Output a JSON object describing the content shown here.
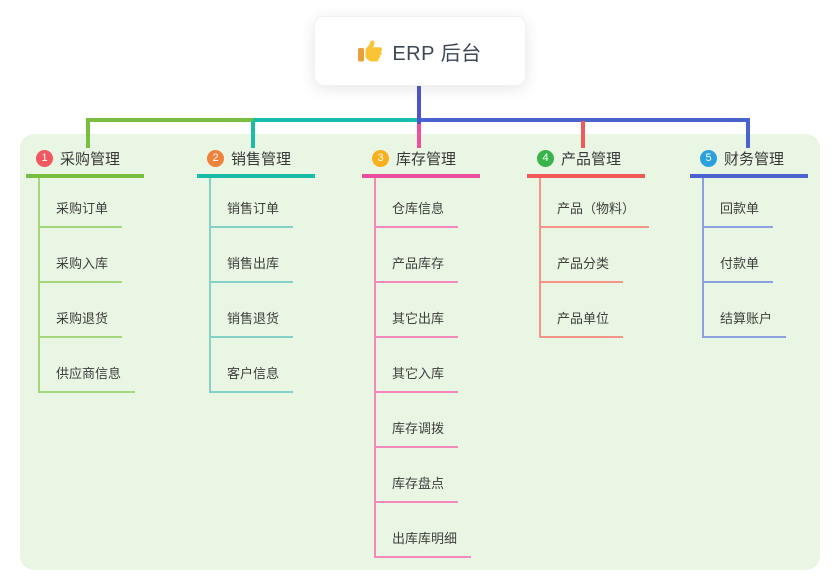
{
  "root": {
    "title": "ERP 后台",
    "icon": "thumbs-up-icon"
  },
  "colors": {
    "root_connector": "#4d55ce",
    "panel_background": "#e9f6e3",
    "root_text": "#3d4758",
    "node_text": "#3e3e3e",
    "thumb_hand": "#fbc434",
    "thumb_cuff": "#e9a13b"
  },
  "branches": [
    {
      "num": "1",
      "label": "采购管理",
      "badge_color": "#f1575e",
      "line_color": "#79be3f",
      "sub_line_color": "#a6d67e",
      "items": [
        "采购订单",
        "采购入库",
        "采购退货",
        "供应商信息"
      ]
    },
    {
      "num": "2",
      "label": "销售管理",
      "badge_color": "#f0823c",
      "line_color": "#19bca9",
      "sub_line_color": "#84d2c7",
      "items": [
        "销售订单",
        "销售出库",
        "销售退货",
        "客户信息"
      ]
    },
    {
      "num": "3",
      "label": "库存管理",
      "badge_color": "#f8b11e",
      "line_color": "#ee4e9e",
      "sub_line_color": "#f489ba",
      "items": [
        "仓库信息",
        "产品库存",
        "其它出库",
        "其它入库",
        "库存调拨",
        "库存盘点",
        "出库库明细"
      ]
    },
    {
      "num": "4",
      "label": "产品管理",
      "badge_color": "#38b44a",
      "line_color": "#f25a5a",
      "sub_line_color": "#f6948a",
      "items": [
        "产品（物料）",
        "产品分类",
        "产品单位"
      ]
    },
    {
      "num": "5",
      "label": "财务管理",
      "badge_color": "#2ba0de",
      "line_color": "#4a63d0",
      "sub_line_color": "#8ca1dd",
      "items": [
        "回款单",
        "付款单",
        "结算账户"
      ]
    }
  ]
}
